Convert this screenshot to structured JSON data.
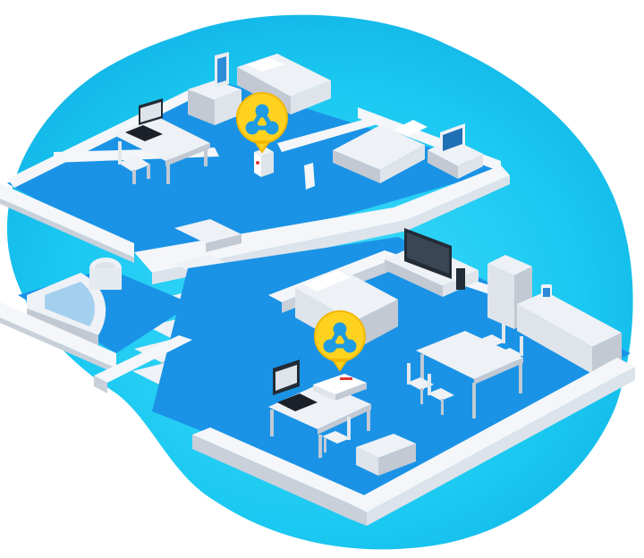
{
  "colors": {
    "blob_outer": "#17c4ee",
    "blob_inner": "#38d8fa",
    "floor": "#1a93e6",
    "floor_dark": "#1479c9",
    "wall_top": "#f4f6f9",
    "wall_side": "#c9d0da",
    "wall_front": "#e1e6ed",
    "furniture": "#eef1f5",
    "furniture_shade": "#c2c9d3",
    "screen": "#222b36",
    "marker_fill": "#ffd21f",
    "marker_border": "#f3b700",
    "marker_symbol": "#1e9be2"
  },
  "markers": [
    {
      "name": "mesh-repeater-marker",
      "icon": "mesh-network-icon"
    },
    {
      "name": "mesh-router-marker",
      "icon": "mesh-network-icon"
    }
  ],
  "devices": [
    {
      "name": "repeater-device",
      "icon": "mesh-repeater-icon"
    },
    {
      "name": "router-device",
      "icon": "wifi-router-icon"
    }
  ]
}
